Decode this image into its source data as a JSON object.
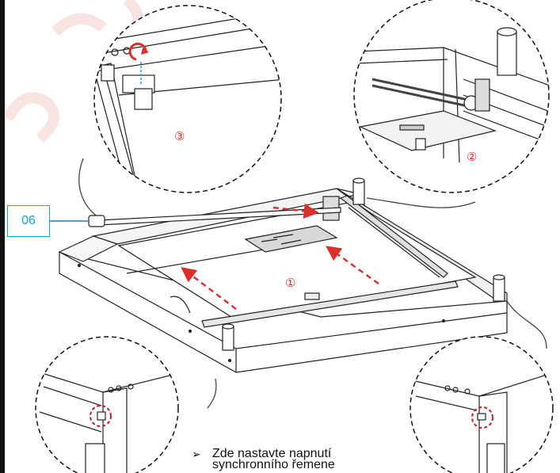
{
  "part_label": "06",
  "markers": {
    "m1": "①",
    "m2": "②",
    "m3": "③"
  },
  "note": {
    "arrow": "➢",
    "line1": "Zde nastavte napnutí",
    "line2": "synchronního řemene"
  },
  "colors": {
    "accent_red": "#d9302c",
    "label_blue": "#1f9fd6",
    "line": "#222222"
  }
}
